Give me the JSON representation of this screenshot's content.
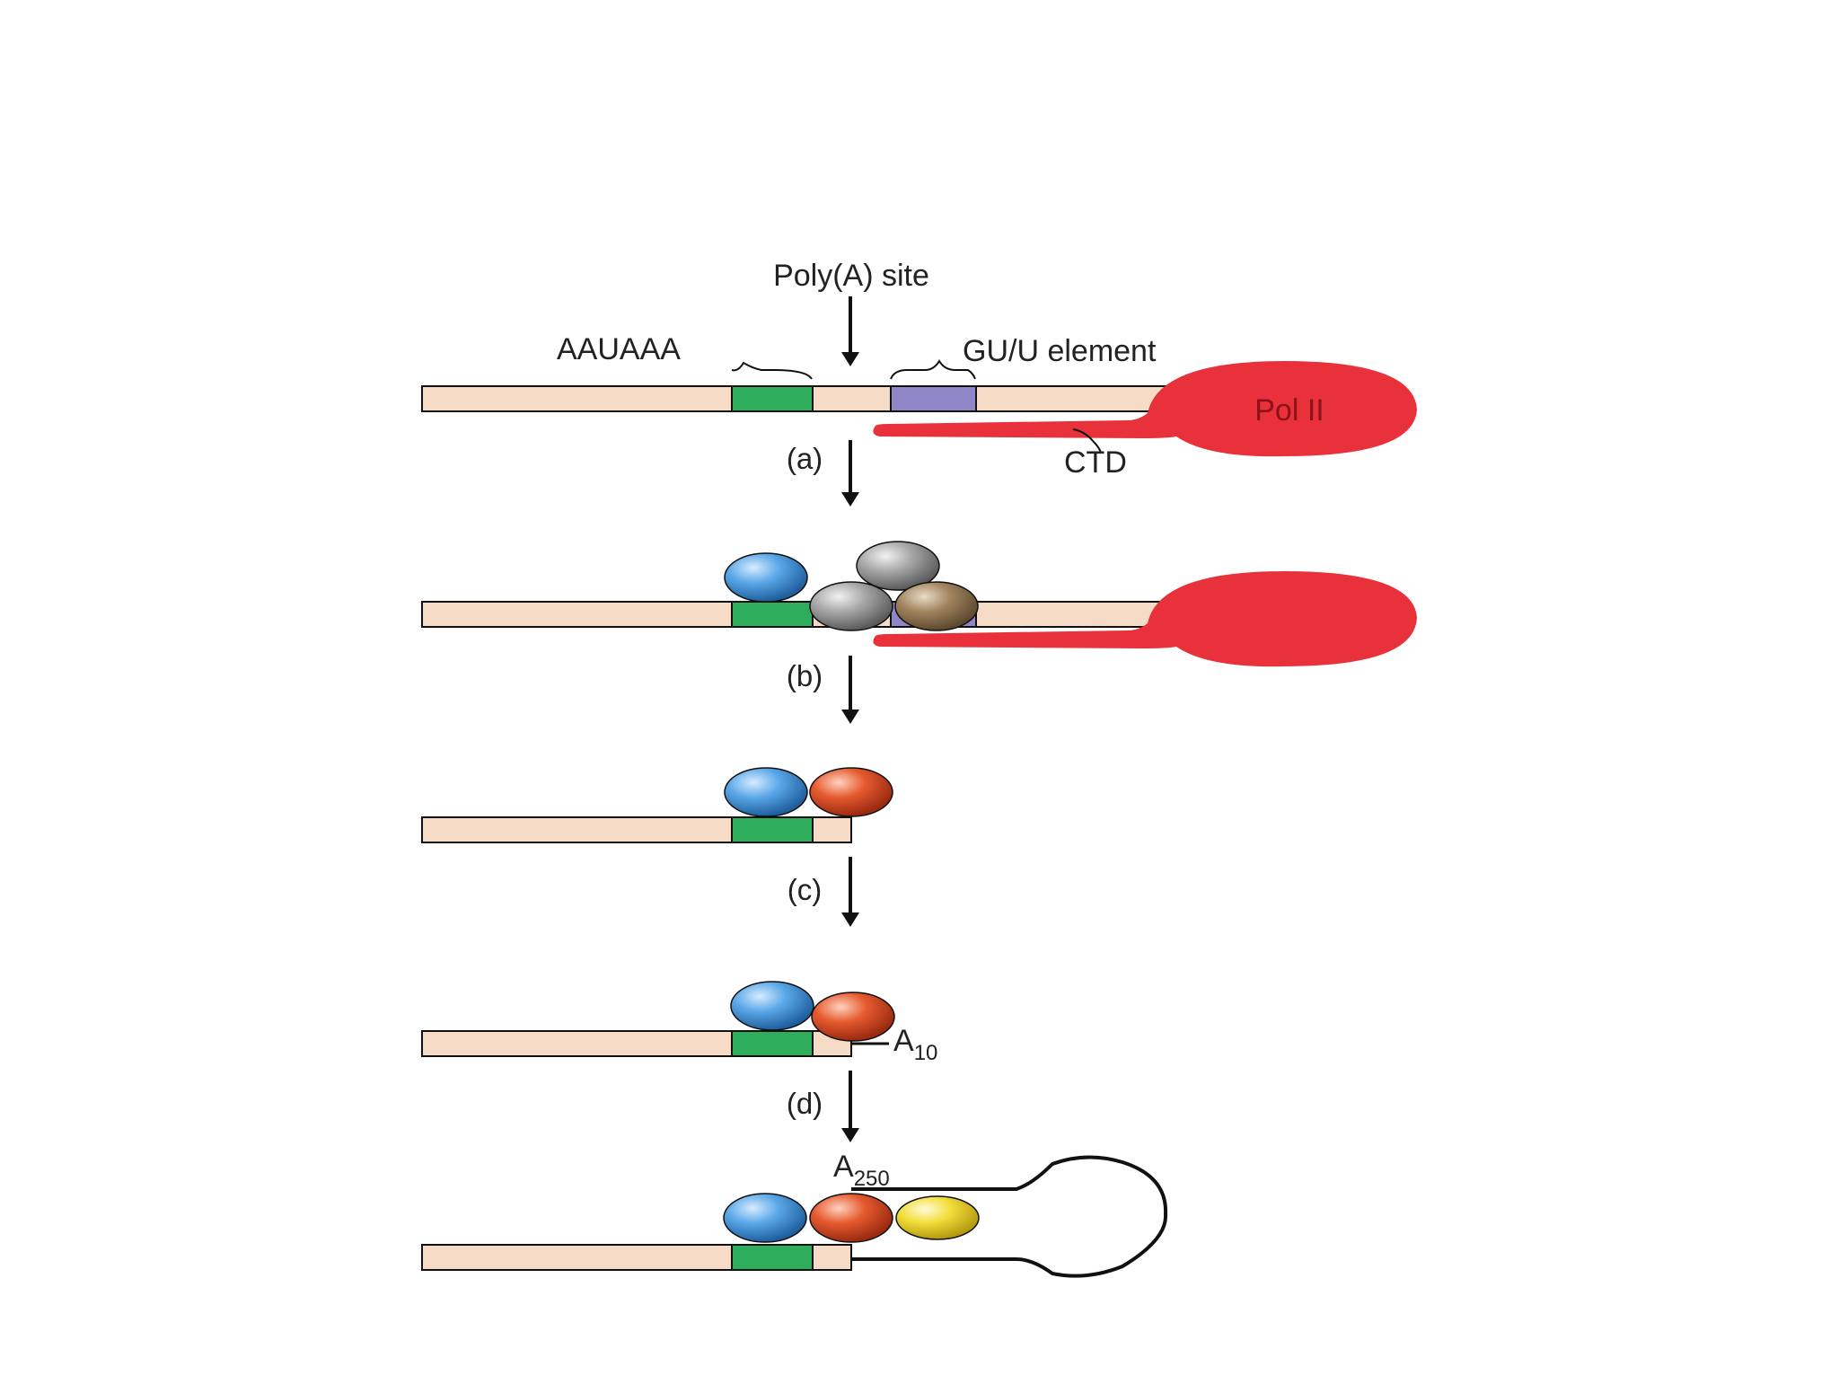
{
  "labels": {
    "poly_a_site": "Poly(A) site",
    "aauaaa": "AAUAAA",
    "gu_u_element": "GU/U element",
    "pol_ii": "Pol II",
    "ctd": "CTD",
    "step_a": "(a)",
    "step_b": "(b)",
    "step_c": "(c)",
    "step_d": "(d)",
    "a10_base": "A",
    "a10_sub": "10",
    "a250_base": "A",
    "a250_sub": "250"
  },
  "colors": {
    "rna": "#f6dcc6",
    "aauaaa_element": "#2eae5c",
    "gu_u_element": "#8f86c8",
    "pol_ii": "#e8313a",
    "blue_factor": "#4f9fe0",
    "gray_factor": "#a9a9a9",
    "brown_factor": "#9c8060",
    "orange_factor": "#e2542e",
    "yellow_factor": "#f1dc3c"
  }
}
